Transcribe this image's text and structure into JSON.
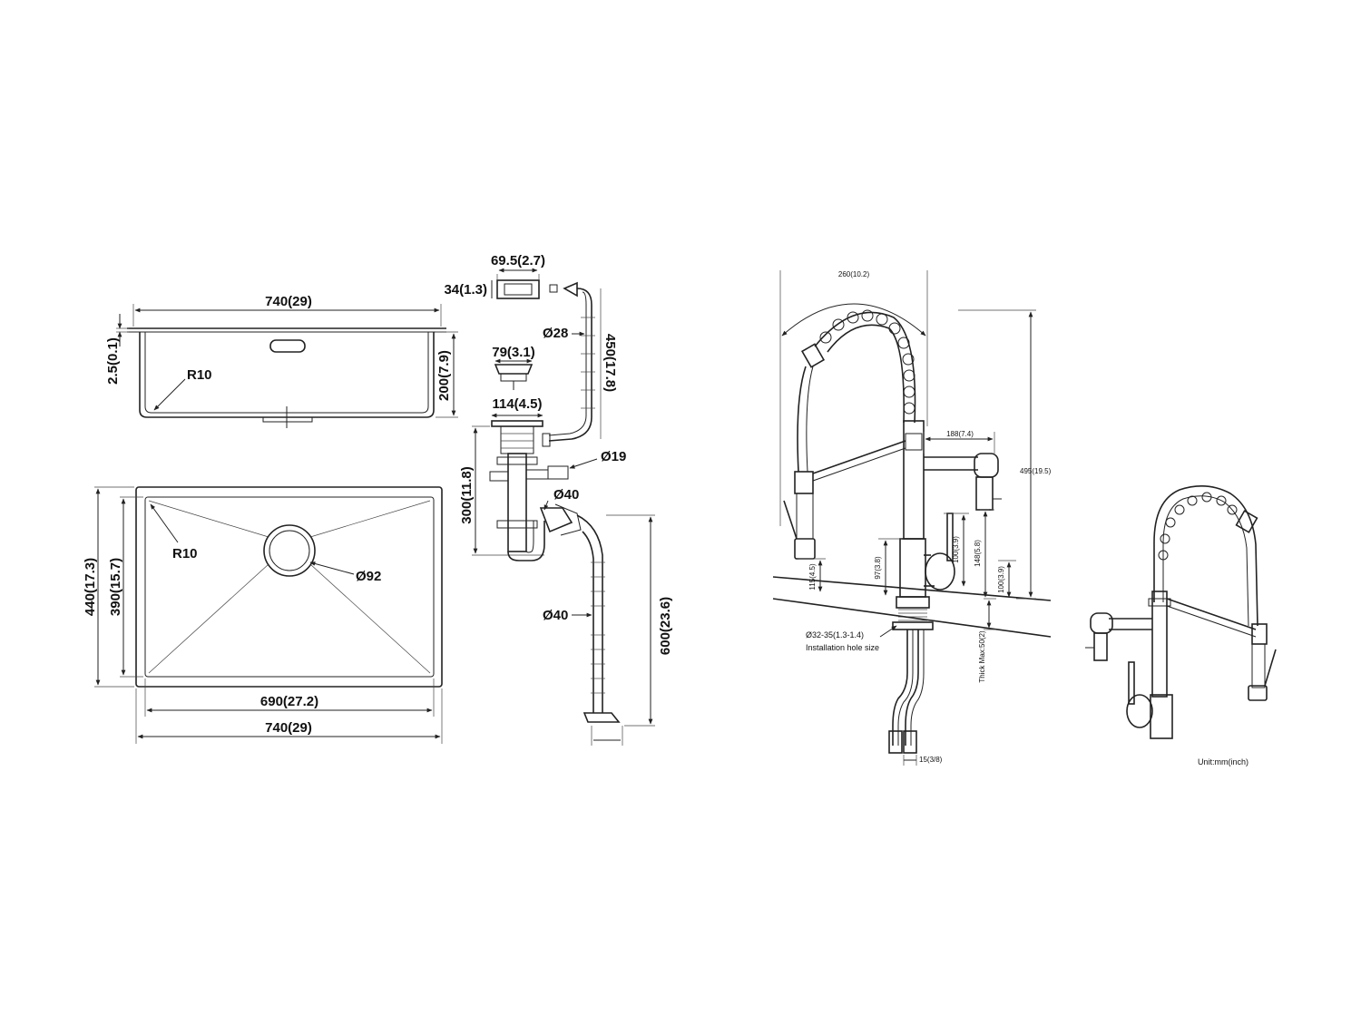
{
  "sink_front": {
    "width_label": "740(29)",
    "rim_label": "2.5(0.1)",
    "depth_label": "200(7.9)",
    "radius_label": "R10"
  },
  "sink_top": {
    "radius_label": "R10",
    "drain_label": "Ø92",
    "outer_depth_label": "440(17.3)",
    "inner_depth_label": "390(15.7)",
    "inner_width_label": "690(27.2)",
    "outer_width_label": "740(29)"
  },
  "drain_kit": {
    "overflow_width_label": "69.5(2.7)",
    "overflow_height_label": "34(1.3)",
    "overflow_hose_dia_label": "Ø28",
    "overflow_hose_len_label": "450(17.8)",
    "strainer_dia_label": "79(3.1)",
    "flange_dia_label": "114(4.5)",
    "drain_height_label": "300(11.8)",
    "side_inlet_label": "Ø19",
    "trap_dia_label": "Ø40",
    "waste_hose_dia_label": "Ø40",
    "waste_hose_len_label": "600(23.6)"
  },
  "faucet": {
    "spread_label": "260(10.2)",
    "total_height_label": "495(19.5)",
    "spout_reach_label": "188(7.4)",
    "spout_height_label": "148(5.8)",
    "lever_height_label": "100(3.9)",
    "sprayer_height_label": "100(3.9)",
    "base_height_label": "97(3.8)",
    "nozzle_label": "115(4.5)",
    "hole_size_label": "Ø32-35(1.3-1.4)",
    "hole_size_caption": "Installation hole size",
    "deck_thickness_label": "Thick Max:50(2)",
    "hose_fitting_label": "15(3/8)"
  },
  "unit_note": "Unit:mm(inch)"
}
